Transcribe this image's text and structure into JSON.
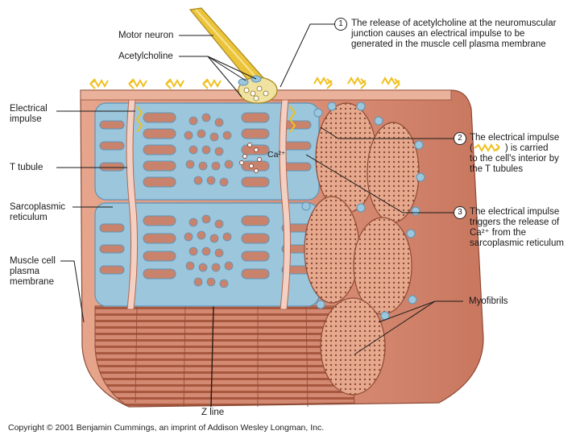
{
  "labels": {
    "motor_neuron": "Motor neuron",
    "acetylcholine": "Acetylcholine",
    "electrical_impulse": "Electrical\nimpulse",
    "t_tubule": "T tubule",
    "sarcoplasmic_reticulum": "Sarcoplasmic\nreticulum",
    "muscle_cell_membrane": "Muscle cell\nplasma\nmembrane",
    "ca_ion": "Ca²⁺",
    "myofibrils": "Myofibrils",
    "z_line": "Z line"
  },
  "steps": [
    {
      "number": "1",
      "text": "The release of acetylcholine at the neuromuscular\njunction causes an electrical impulse to be\ngenerated in the muscle cell plasma membrane"
    },
    {
      "number": "2",
      "text_before": "The electrical impulse\n(",
      "text_after": ") is carried\nto the cell's interior by\nthe T tubules",
      "icon": "impulse-wave-icon"
    },
    {
      "number": "3",
      "text": "The electrical impulse\ntriggers the release of\nCa²⁺ from the\nsarcoplasmic reticulum"
    }
  ],
  "copyright": "Copyright © 2001 Benjamin Cummings, an imprint of Addison Wesley Longman, Inc.",
  "colors": {
    "muscle": "#d9907a",
    "muscle_dark": "#b86650",
    "reticulum": "#9cc6dc",
    "reticulum_dark": "#5d95b8",
    "nerve": "#ecc43a",
    "myofibril": "#e7a98e",
    "impulse": "#f0c020"
  }
}
